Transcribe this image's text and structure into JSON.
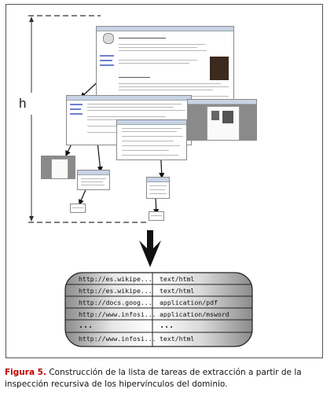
{
  "figure": {
    "height_label": "h"
  },
  "table": {
    "rows": [
      {
        "url": "http://es.wikipe...",
        "type": "text/html"
      },
      {
        "url": "http://es.wikipe...",
        "type": "text/html"
      },
      {
        "url": "http://docs.goog...",
        "type": "application/pdf"
      },
      {
        "url": "http://www.infosi...",
        "type": "application/msword"
      },
      {
        "url": "...",
        "type": "..."
      },
      {
        "url": "http://www.infosi...",
        "type": "text/html"
      }
    ]
  },
  "caption": {
    "title": "Figura 5.",
    "text": " Construcción de la lista de tareas de extracción a partir de la inspección recursiva de los hipervínculos del dominio."
  }
}
